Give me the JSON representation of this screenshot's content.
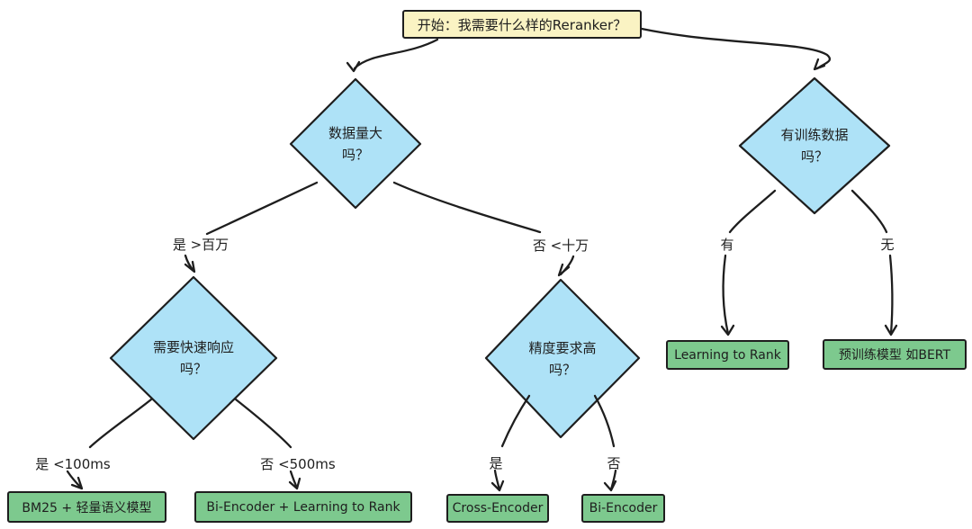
{
  "diagram": {
    "start": {
      "label": "开始：我需要什么样的Reranker？"
    },
    "decisions": {
      "data_volume": {
        "line1": "数据量大",
        "line2": "吗？"
      },
      "training_data": {
        "line1": "有训练数据",
        "line2": "吗？"
      },
      "fast_response": {
        "line1": "需要快速响应",
        "line2": "吗？"
      },
      "high_precision": {
        "line1": "精度要求高",
        "line2": "吗？"
      }
    },
    "edge_labels": {
      "yes_over_million": "是 >百万",
      "no_under_100k": "否 <十万",
      "has_data": "有",
      "no_data": "无",
      "yes_under_100ms": "是 <100ms",
      "no_under_500ms": "否 <500ms",
      "yes": "是",
      "no": "否"
    },
    "results": {
      "learning_to_rank": "Learning to Rank",
      "pretrained_model": "预训练模型 如BERT",
      "bm25_lightweight": "BM25 + 轻量语义模型",
      "bi_encoder_ltr": "Bi-Encoder + Learning to Rank",
      "cross_encoder": "Cross-Encoder",
      "bi_encoder": "Bi-Encoder"
    },
    "colors": {
      "start_fill": "#faf3c3",
      "decision_fill": "#aee2f7",
      "result_fill": "#7dc98e",
      "stroke": "#1e1e1e",
      "text": "#1e1e1e"
    }
  }
}
